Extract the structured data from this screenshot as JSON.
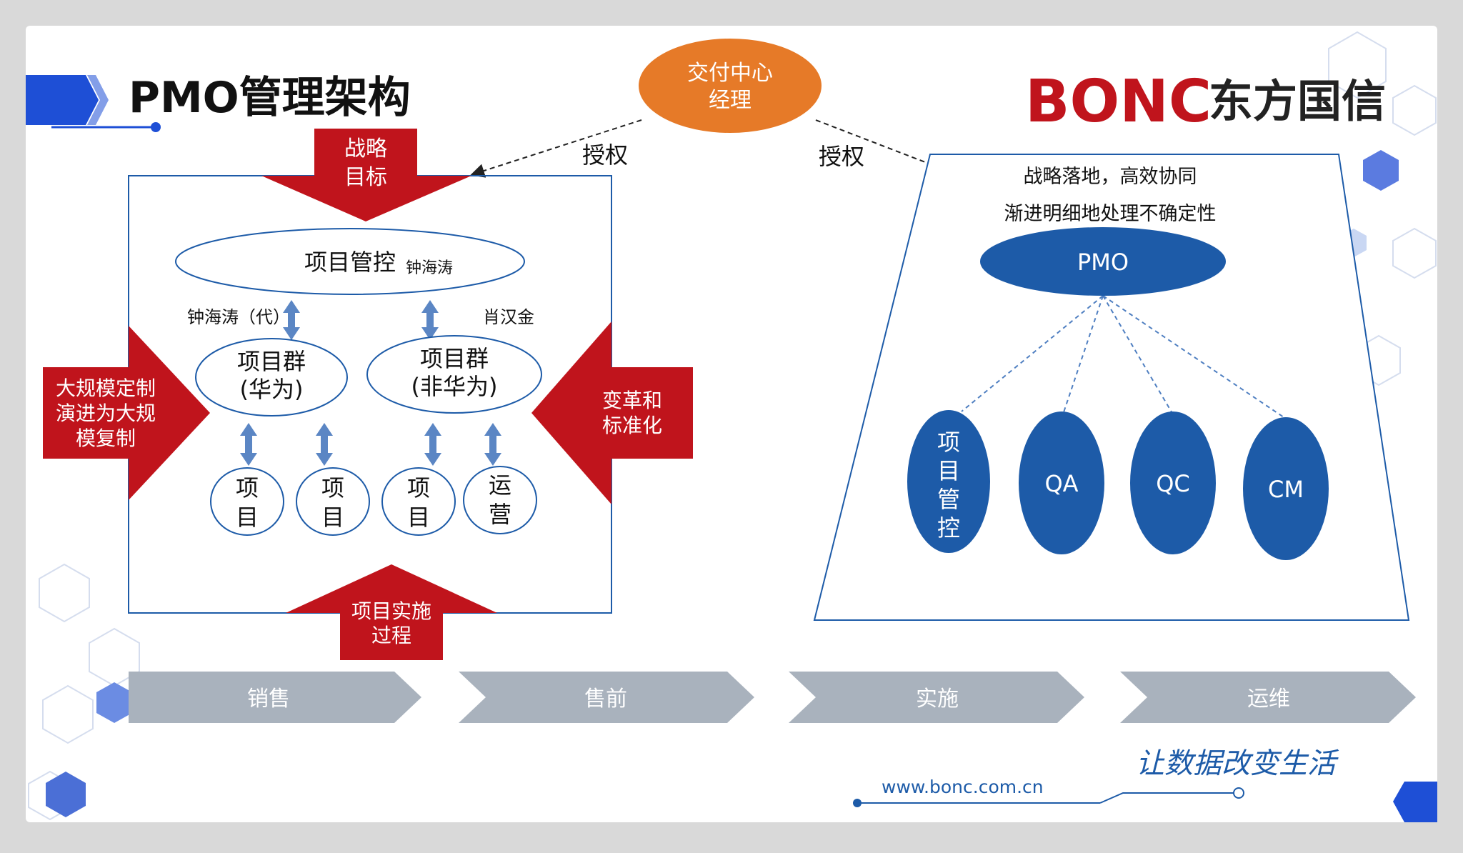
{
  "slide": {
    "title": "PMO管理架构",
    "brand_latin": "BONC",
    "brand_cn": "东方国信",
    "website": "www.bonc.com.cn",
    "slogan": "让数据改变生活"
  },
  "top": {
    "center_node": [
      "交付中心",
      "经理"
    ],
    "auth_left": "授权",
    "auth_right": "授权"
  },
  "left_diagram": {
    "arrow_top": [
      "战略",
      "目标"
    ],
    "arrow_left": [
      "大规模定制",
      "演进为大规",
      "模复制"
    ],
    "arrow_right": [
      "变革和",
      "标准化"
    ],
    "arrow_bottom": [
      "项目实施",
      "过程"
    ],
    "control_main": "项目管控",
    "control_person": "钟海涛",
    "left_person": "钟海涛（代）",
    "right_person": "肖汉金",
    "group_left": [
      "项目群",
      "(华为)"
    ],
    "group_right": [
      "项目群",
      "(非华为)"
    ],
    "leaves": [
      [
        "项",
        "目"
      ],
      [
        "项",
        "目"
      ],
      [
        "项",
        "目"
      ],
      [
        "运",
        "营"
      ]
    ]
  },
  "right_diagram": {
    "line1": "战略落地，高效协同",
    "line2": "渐进明细地处理不确定性",
    "pmo": "PMO",
    "children": [
      [
        "项",
        "目",
        "管",
        "控"
      ],
      [
        "QA"
      ],
      [
        "QC"
      ],
      [
        "CM"
      ]
    ]
  },
  "process_flow": [
    "销售",
    "售前",
    "实施",
    "运维"
  ],
  "colors": {
    "accent_red": "#c0141c",
    "accent_orange": "#e67a28",
    "accent_blue": "#1d5ba8",
    "flow_grey": "#a9b2bd",
    "connector_blue": "#4f7fc1"
  }
}
